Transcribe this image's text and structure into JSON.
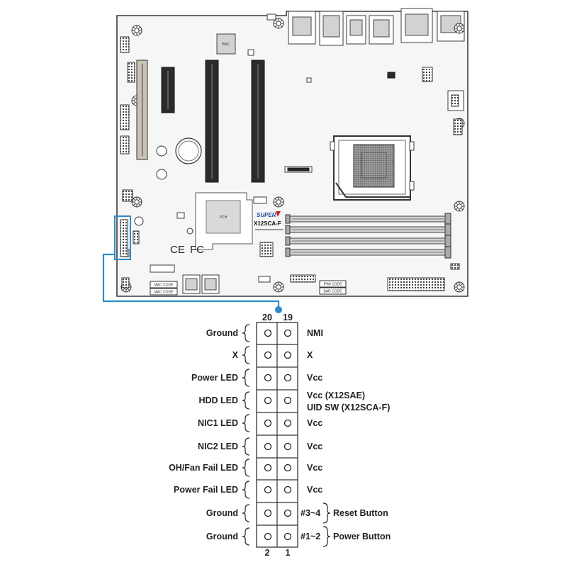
{
  "board": {
    "bmc": "BMC",
    "pch": "PCH",
    "brand": "SUPER",
    "model": "X12SCA-F",
    "ce_mark": "CE",
    "fc_mark": "FC",
    "mac_code_1": "MAC CODE",
    "mac_code_2": "MAC CODE",
    "ipmi_code": "IPMI CODE",
    "bar_code": "BAR CODE"
  },
  "header": {
    "pin_top_left": "20",
    "pin_top_right": "19",
    "pin_bottom_left": "2",
    "pin_bottom_right": "1",
    "rows": [
      {
        "left": "Ground",
        "right": "NMI"
      },
      {
        "left": "X",
        "right": "X"
      },
      {
        "left": "Power LED",
        "right": "Vcc"
      },
      {
        "left": "HDD LED",
        "right": "Vcc (X12SAE)",
        "right_line2": "UID SW (X12SCA-F)"
      },
      {
        "left": "NIC1 LED",
        "right": "Vcc"
      },
      {
        "left": "NIC2 LED",
        "right": "Vcc"
      },
      {
        "left": "OH/Fan Fail LED",
        "right": "Vcc"
      },
      {
        "left": "Power Fail LED",
        "right": "Vcc"
      },
      {
        "left": "Ground",
        "pins": "#3~4",
        "right": "Reset Button"
      },
      {
        "left": "Ground",
        "pins": "#1~2",
        "right": "Power Button"
      }
    ]
  }
}
